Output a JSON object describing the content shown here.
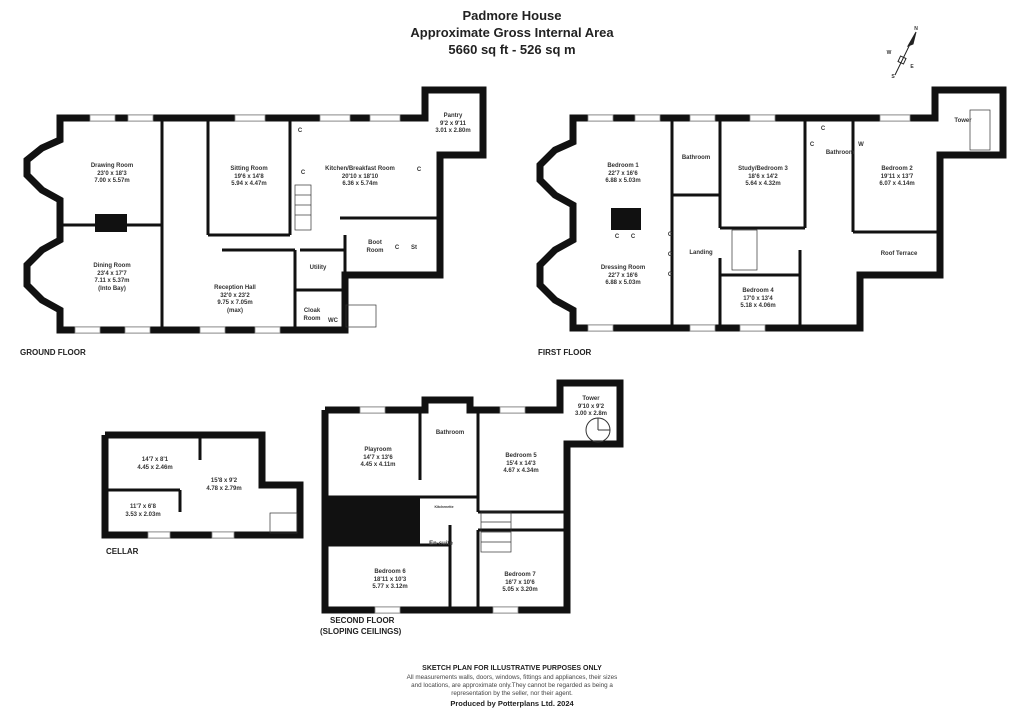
{
  "header": {
    "property": "Padmore House",
    "subtitle": "Approximate Gross Internal Area",
    "area": "5660 sq ft - 526 sq m"
  },
  "compass": {
    "n": "N",
    "s": "S",
    "e": "E",
    "w": "W"
  },
  "ground_floor": {
    "label": "GROUND FLOOR",
    "rooms": [
      {
        "name": "Drawing Room",
        "imperial": "23'0 x 18'3",
        "metric": "7.00 x 5.57m"
      },
      {
        "name": "Dining Room",
        "imperial": "23'4 x 17'7",
        "metric": "7.11 x 5.37m",
        "note": "(Into Bay)"
      },
      {
        "name": "Sitting Room",
        "imperial": "19'6 x 14'8",
        "metric": "5.94 x 4.47m"
      },
      {
        "name": "Kitchen/Breakfast Room",
        "imperial": "20'10 x 18'10",
        "metric": "6.36 x 5.74m"
      },
      {
        "name": "Pantry",
        "imperial": "9'2 x 9'11",
        "metric": "3.01 x 2.80m"
      },
      {
        "name": "Reception Hall",
        "imperial": "32'0 x 23'2",
        "metric": "9.75 x 7.05m",
        "note": "(max)"
      }
    ],
    "small": [
      "Boot Room",
      "Utility",
      "Cloak Room",
      "WC",
      "St",
      "C",
      "C",
      "C",
      "C"
    ]
  },
  "first_floor": {
    "label": "FIRST FLOOR",
    "rooms": [
      {
        "name": "Bedroom 1",
        "imperial": "22'7 x 16'6",
        "metric": "6.88 x 5.03m"
      },
      {
        "name": "Dressing Room",
        "imperial": "22'7 x 16'6",
        "metric": "6.88 x 5.03m"
      },
      {
        "name": "Study/Bedroom 3",
        "imperial": "18'6 x 14'2",
        "metric": "5.64 x 4.32m"
      },
      {
        "name": "Bedroom 2",
        "imperial": "19'11 x 13'7",
        "metric": "6.07 x 4.14m"
      },
      {
        "name": "Bedroom 4",
        "imperial": "17'0 x 13'4",
        "metric": "5.18 x 4.06m"
      }
    ],
    "small": [
      "Bathroom",
      "Bathroom",
      "Landing",
      "Tower",
      "Roof Terrace",
      "W",
      "C",
      "C",
      "C",
      "C",
      "C",
      "C",
      "C"
    ]
  },
  "second_floor": {
    "label": "SECOND FLOOR",
    "note": "(SLOPING CEILINGS)",
    "rooms": [
      {
        "name": "Playroom",
        "imperial": "14'7 x 13'6",
        "metric": "4.45 x 4.11m"
      },
      {
        "name": "Bedroom 5",
        "imperial": "15'4 x 14'3",
        "metric": "4.67 x 4.34m"
      },
      {
        "name": "Tower",
        "imperial": "9'10 x 9'2",
        "metric": "3.00 x 2.8m"
      },
      {
        "name": "Bedroom 6",
        "imperial": "18'11 x 10'3",
        "metric": "5.77 x 3.12m"
      },
      {
        "name": "Bedroom 7",
        "imperial": "16'7 x 10'6",
        "metric": "5.05 x 3.20m"
      }
    ],
    "small": [
      "Bathroom",
      "En-suite",
      "Kitchenette"
    ]
  },
  "cellar": {
    "label": "CELLAR",
    "rooms": [
      {
        "imperial": "14'7 x 8'1",
        "metric": "4.45 x 2.46m"
      },
      {
        "imperial": "15'8 x 9'2",
        "metric": "4.78 x 2.79m"
      },
      {
        "imperial": "11'7 x 6'8",
        "metric": "3.53 x 2.03m"
      }
    ]
  },
  "footer": {
    "heading": "SKETCH PLAN FOR ILLUSTRATIVE PURPOSES ONLY",
    "disclaimer_1": "All measurements walls, doors, windows, fittings and appliances, their sizes",
    "disclaimer_2": "and locations, are approximate only.They cannot be regarded as being a",
    "disclaimer_3": "representation by the seller, nor their agent.",
    "credit": "Produced by Potterplans Ltd. 2024"
  }
}
